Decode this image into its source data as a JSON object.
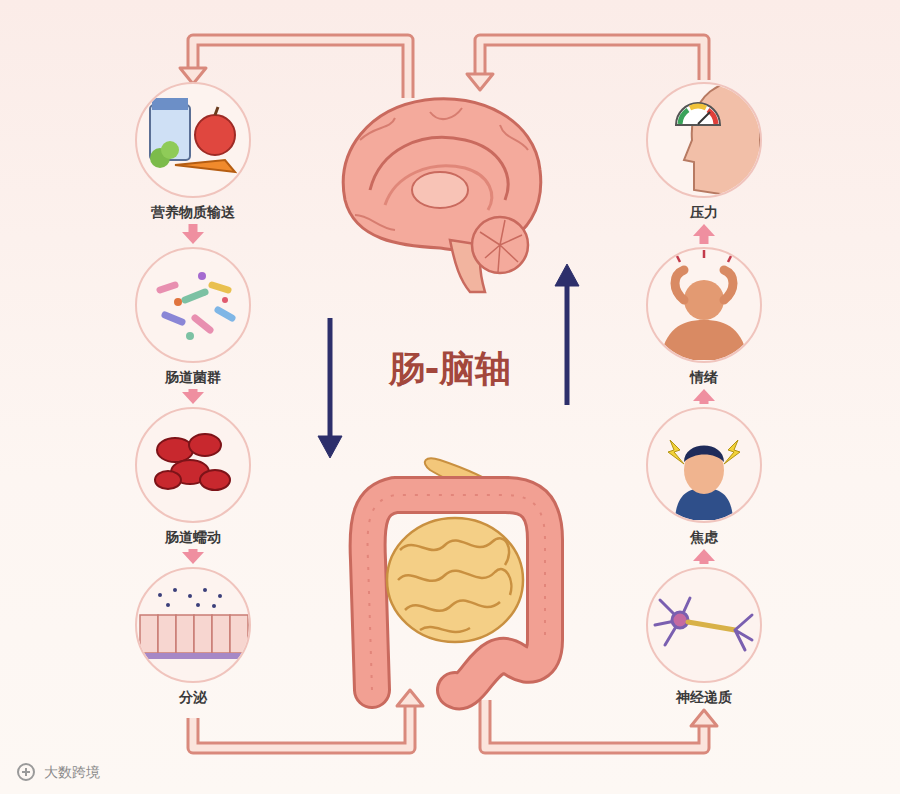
{
  "diagram": {
    "title": "肠-脑轴",
    "nodes": [
      {
        "text": [
          "营养物质输送"
        ]
      },
      {
        "text": [
          "肠道菌群"
        ]
      },
      {
        "text": [
          "肠道蠕动"
        ]
      },
      {
        "text": [
          "分泌"
        ]
      },
      {
        "text": [
          "压力"
        ]
      },
      {
        "text": [
          "情绪"
        ]
      },
      {
        "text": [
          "焦虑"
        ]
      },
      {
        "text": [
          "神经递质"
        ]
      }
    ],
    "edges": [
      {
        "from": 0,
        "to": 1,
        "arrow": "to"
      },
      {
        "from": 1,
        "to": 2,
        "arrow": "to"
      },
      {
        "from": 2,
        "to": 3,
        "arrow": "to"
      },
      {
        "from": 7,
        "to": 6,
        "arrow": "to"
      },
      {
        "from": 6,
        "to": 5,
        "arrow": "to"
      },
      {
        "from": 5,
        "to": 4,
        "arrow": "to"
      }
    ],
    "labels": [
      "大数跨境"
    ]
  }
}
